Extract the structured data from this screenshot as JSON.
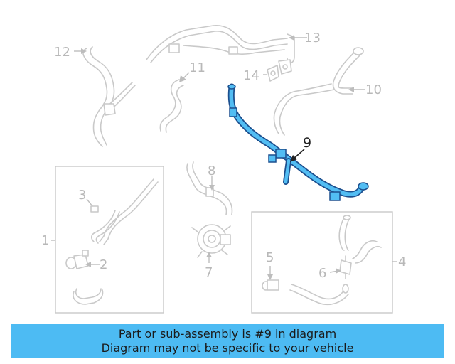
{
  "colors": {
    "highlight": "#52bdf3",
    "highlight_stroke": "#1c4f8e",
    "ghost": "#c9c9c9",
    "banner_bg": "#4dbbf3"
  },
  "callouts": {
    "c1": "1",
    "c2": "2",
    "c3": "3",
    "c4": "4",
    "c5": "5",
    "c6": "6",
    "c7": "7",
    "c8": "8",
    "c9": "9",
    "c10": "10",
    "c11": "11",
    "c12": "12",
    "c13": "13",
    "c14": "14"
  },
  "banner": {
    "line1": "Part or sub-assembly is #9 in diagram",
    "line2": "Diagram may not be specific to your vehicle"
  }
}
